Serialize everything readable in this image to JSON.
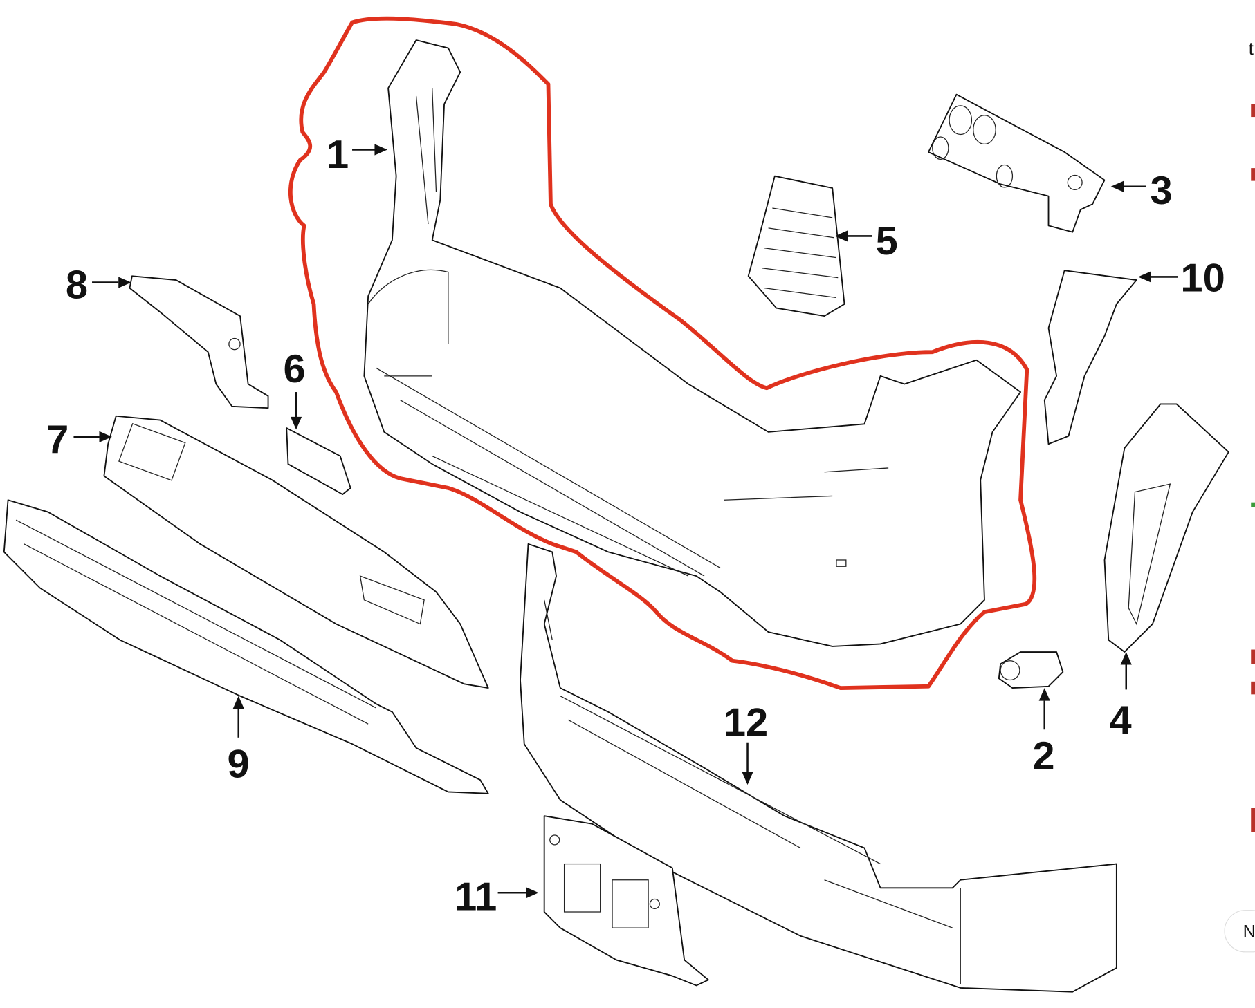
{
  "diagram": {
    "title": "Front bumper parts diagram",
    "callouts": [
      "1",
      "2",
      "3",
      "4",
      "5",
      "6",
      "7",
      "8",
      "9",
      "10",
      "11",
      "12"
    ],
    "highlight_color": "#e0321e",
    "highlighted_part": "1"
  },
  "edge": {
    "top_letter": "t",
    "bottom_button": "N",
    "marker_red": "#b8322a",
    "marker_green": "#3c9a3c"
  }
}
